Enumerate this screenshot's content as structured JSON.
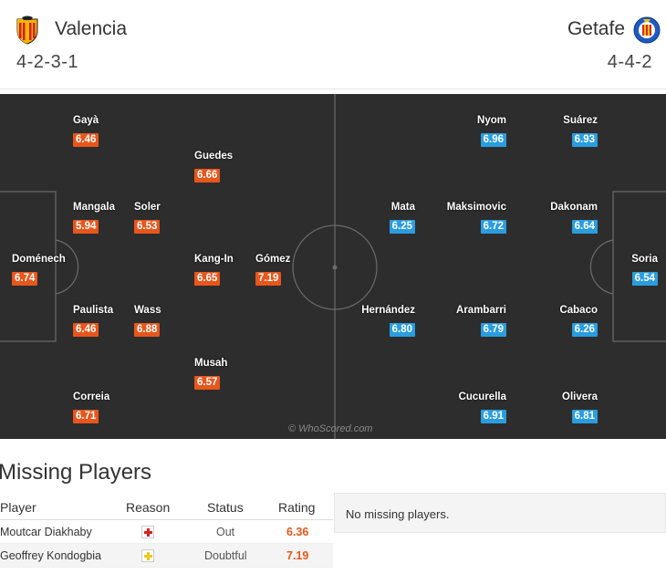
{
  "home": {
    "name": "Valencia",
    "formation": "4-2-3-1",
    "color": "#e8561c",
    "players": [
      {
        "name": "Gayà",
        "rating": "6.46"
      },
      {
        "name": "Guedes",
        "rating": "6.66"
      },
      {
        "name": "Mangala",
        "rating": "5.94"
      },
      {
        "name": "Soler",
        "rating": "6.53"
      },
      {
        "name": "Doménech",
        "rating": "6.74"
      },
      {
        "name": "Kang-In",
        "rating": "6.65"
      },
      {
        "name": "Gómez",
        "rating": "7.19"
      },
      {
        "name": "Paulista",
        "rating": "6.46"
      },
      {
        "name": "Wass",
        "rating": "6.88"
      },
      {
        "name": "Musah",
        "rating": "6.57"
      },
      {
        "name": "Correia",
        "rating": "6.71"
      }
    ]
  },
  "away": {
    "name": "Getafe",
    "formation": "4-4-2",
    "color": "#2a9de0",
    "players": [
      {
        "name": "Nyom",
        "rating": "6.96"
      },
      {
        "name": "Suárez",
        "rating": "6.93"
      },
      {
        "name": "Mata",
        "rating": "6.25"
      },
      {
        "name": "Maksimovic",
        "rating": "6.72"
      },
      {
        "name": "Dakonam",
        "rating": "6.64"
      },
      {
        "name": "Soria",
        "rating": "6.54"
      },
      {
        "name": "Hernández",
        "rating": "6.80"
      },
      {
        "name": "Arambarri",
        "rating": "6.79"
      },
      {
        "name": "Cabaco",
        "rating": "6.26"
      },
      {
        "name": "Cucurella",
        "rating": "6.91"
      },
      {
        "name": "Olivera",
        "rating": "6.81"
      }
    ]
  },
  "watermark": "© WhoScored.com",
  "missing": {
    "title": "Missing Players",
    "columns": {
      "player": "Player",
      "reason": "Reason",
      "status": "Status",
      "rating": "Rating"
    },
    "home_rows": [
      {
        "player": "Moutcar Diakhaby",
        "reason_icon": "injury-icon",
        "status": "Out",
        "rating": "6.36"
      },
      {
        "player": "Geoffrey Kondogbia",
        "reason_icon": "doubtful-icon",
        "status": "Doubtful",
        "rating": "7.19"
      }
    ],
    "away_message": "No missing players."
  }
}
